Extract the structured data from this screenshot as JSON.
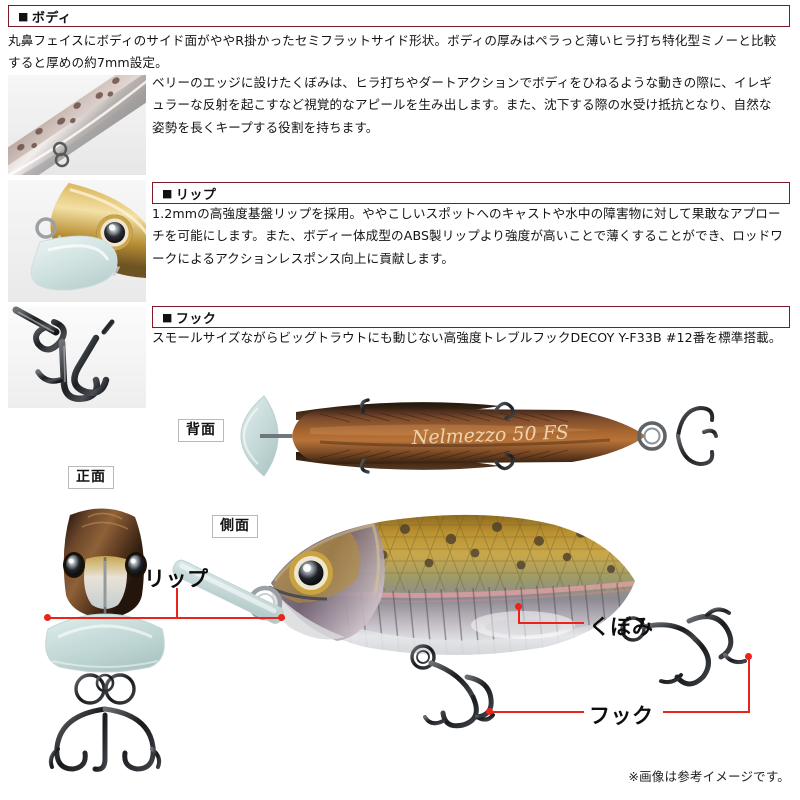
{
  "page": {
    "background": "#ffffff",
    "accent_border": "#7d1a27",
    "callout_color": "#e8241c"
  },
  "sections": [
    {
      "id": "body",
      "bullet": "■",
      "heading": "ボディ",
      "lead": "丸鼻フェイスにボディのサイド面がややR掛かったセミフラットサイド形状。ボディの厚みはペラっと薄いヒラ打ち特化型ミノーと比較すると厚めの約7mm設定。",
      "body": "ベリーのエッジに設けたくぼみは、ヒラ打ちやダートアクションでボディをひねるような動きの際に、イレギュラーな反射を起こすなど視覚的なアピールを生み出します。また、沈下する際の水受け抵抗となり、自然な姿勢を長くキープする役割を持ちます。",
      "thumb_name": "body-closeup-photo"
    },
    {
      "id": "lip",
      "bullet": "■",
      "heading": "リップ",
      "body": "1.2mmの高強度基盤リップを採用。ややこしいスポットへのキャストや水中の障害物に対して果敢なアプローチを可能にします。また、ボディー体成型のABS製リップより強度が高いことで薄くすることができ、ロッドワークによるアクションレスポンス向上に貢献します。",
      "thumb_name": "lip-closeup-photo"
    },
    {
      "id": "hook",
      "bullet": "■",
      "heading": "フック",
      "body": "スモールサイズながらビッグトラウトにも動じない高強度トレブルフックDECOY Y-F33B #12番を標準搭載。",
      "thumb_name": "hook-closeup-photo"
    }
  ],
  "views": {
    "back": "背面",
    "front": "正面",
    "side": "側面"
  },
  "callouts": {
    "lip": "リップ",
    "dimple": "くぼみ",
    "hook": "フック"
  },
  "product": {
    "model_script": "Nelmezzo 50 FS"
  },
  "footer": {
    "disclaimer": "※画像は参考イメージです。"
  }
}
